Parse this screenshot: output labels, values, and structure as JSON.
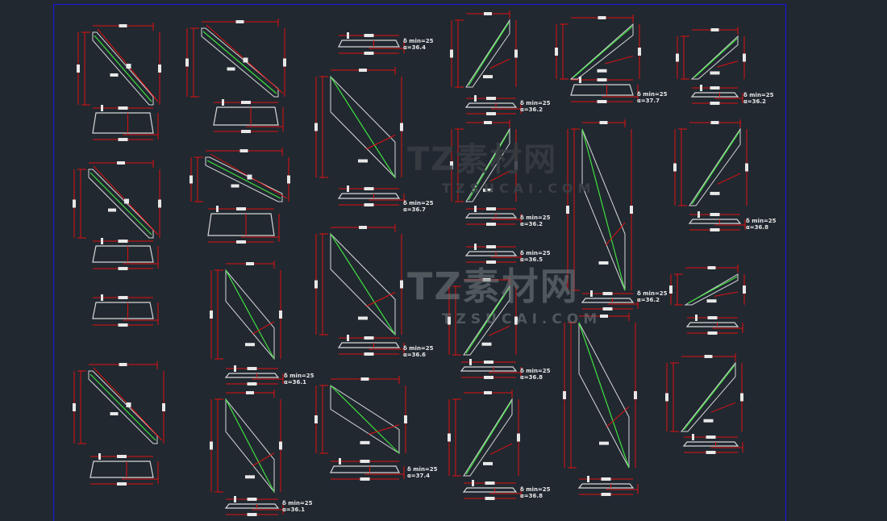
{
  "watermark": {
    "brand": "TZ素材网",
    "url": "TZSUCAI.COM"
  },
  "colors": {
    "background": "#212830",
    "frame": "#1a1ad0",
    "dimension": "#e01010",
    "outline": "#d8d8d8",
    "centerline": "#40e040"
  },
  "notes": [
    {
      "line1": "δ min=25",
      "line2": "α=36.4"
    },
    {
      "line1": "δ min=25",
      "line2": "α=36.2"
    },
    {
      "line1": "δ min=25",
      "line2": "α=37.7"
    },
    {
      "line1": "δ min=25",
      "line2": "α=36.2"
    },
    {
      "line1": "δ min=25",
      "line2": "α=36.7"
    },
    {
      "line1": "δ min=25",
      "line2": "α=36.2"
    },
    {
      "line1": "δ min=25",
      "line2": "α=36.5"
    },
    {
      "line1": "δ min=25",
      "line2": "α=36.8"
    },
    {
      "line1": "δ min=25",
      "line2": "α=36.2"
    },
    {
      "line1": "δ min=25",
      "line2": "α=36.6"
    },
    {
      "line1": "δ min=25",
      "line2": "α=36.1"
    },
    {
      "line1": "δ min=25",
      "line2": "α=36.8"
    },
    {
      "line1": "δ min=25",
      "line2": "α=37.4"
    },
    {
      "line1": "δ min=25",
      "line2": "α=36.8"
    },
    {
      "line1": "δ min=25",
      "line2": "α=36.1"
    }
  ]
}
